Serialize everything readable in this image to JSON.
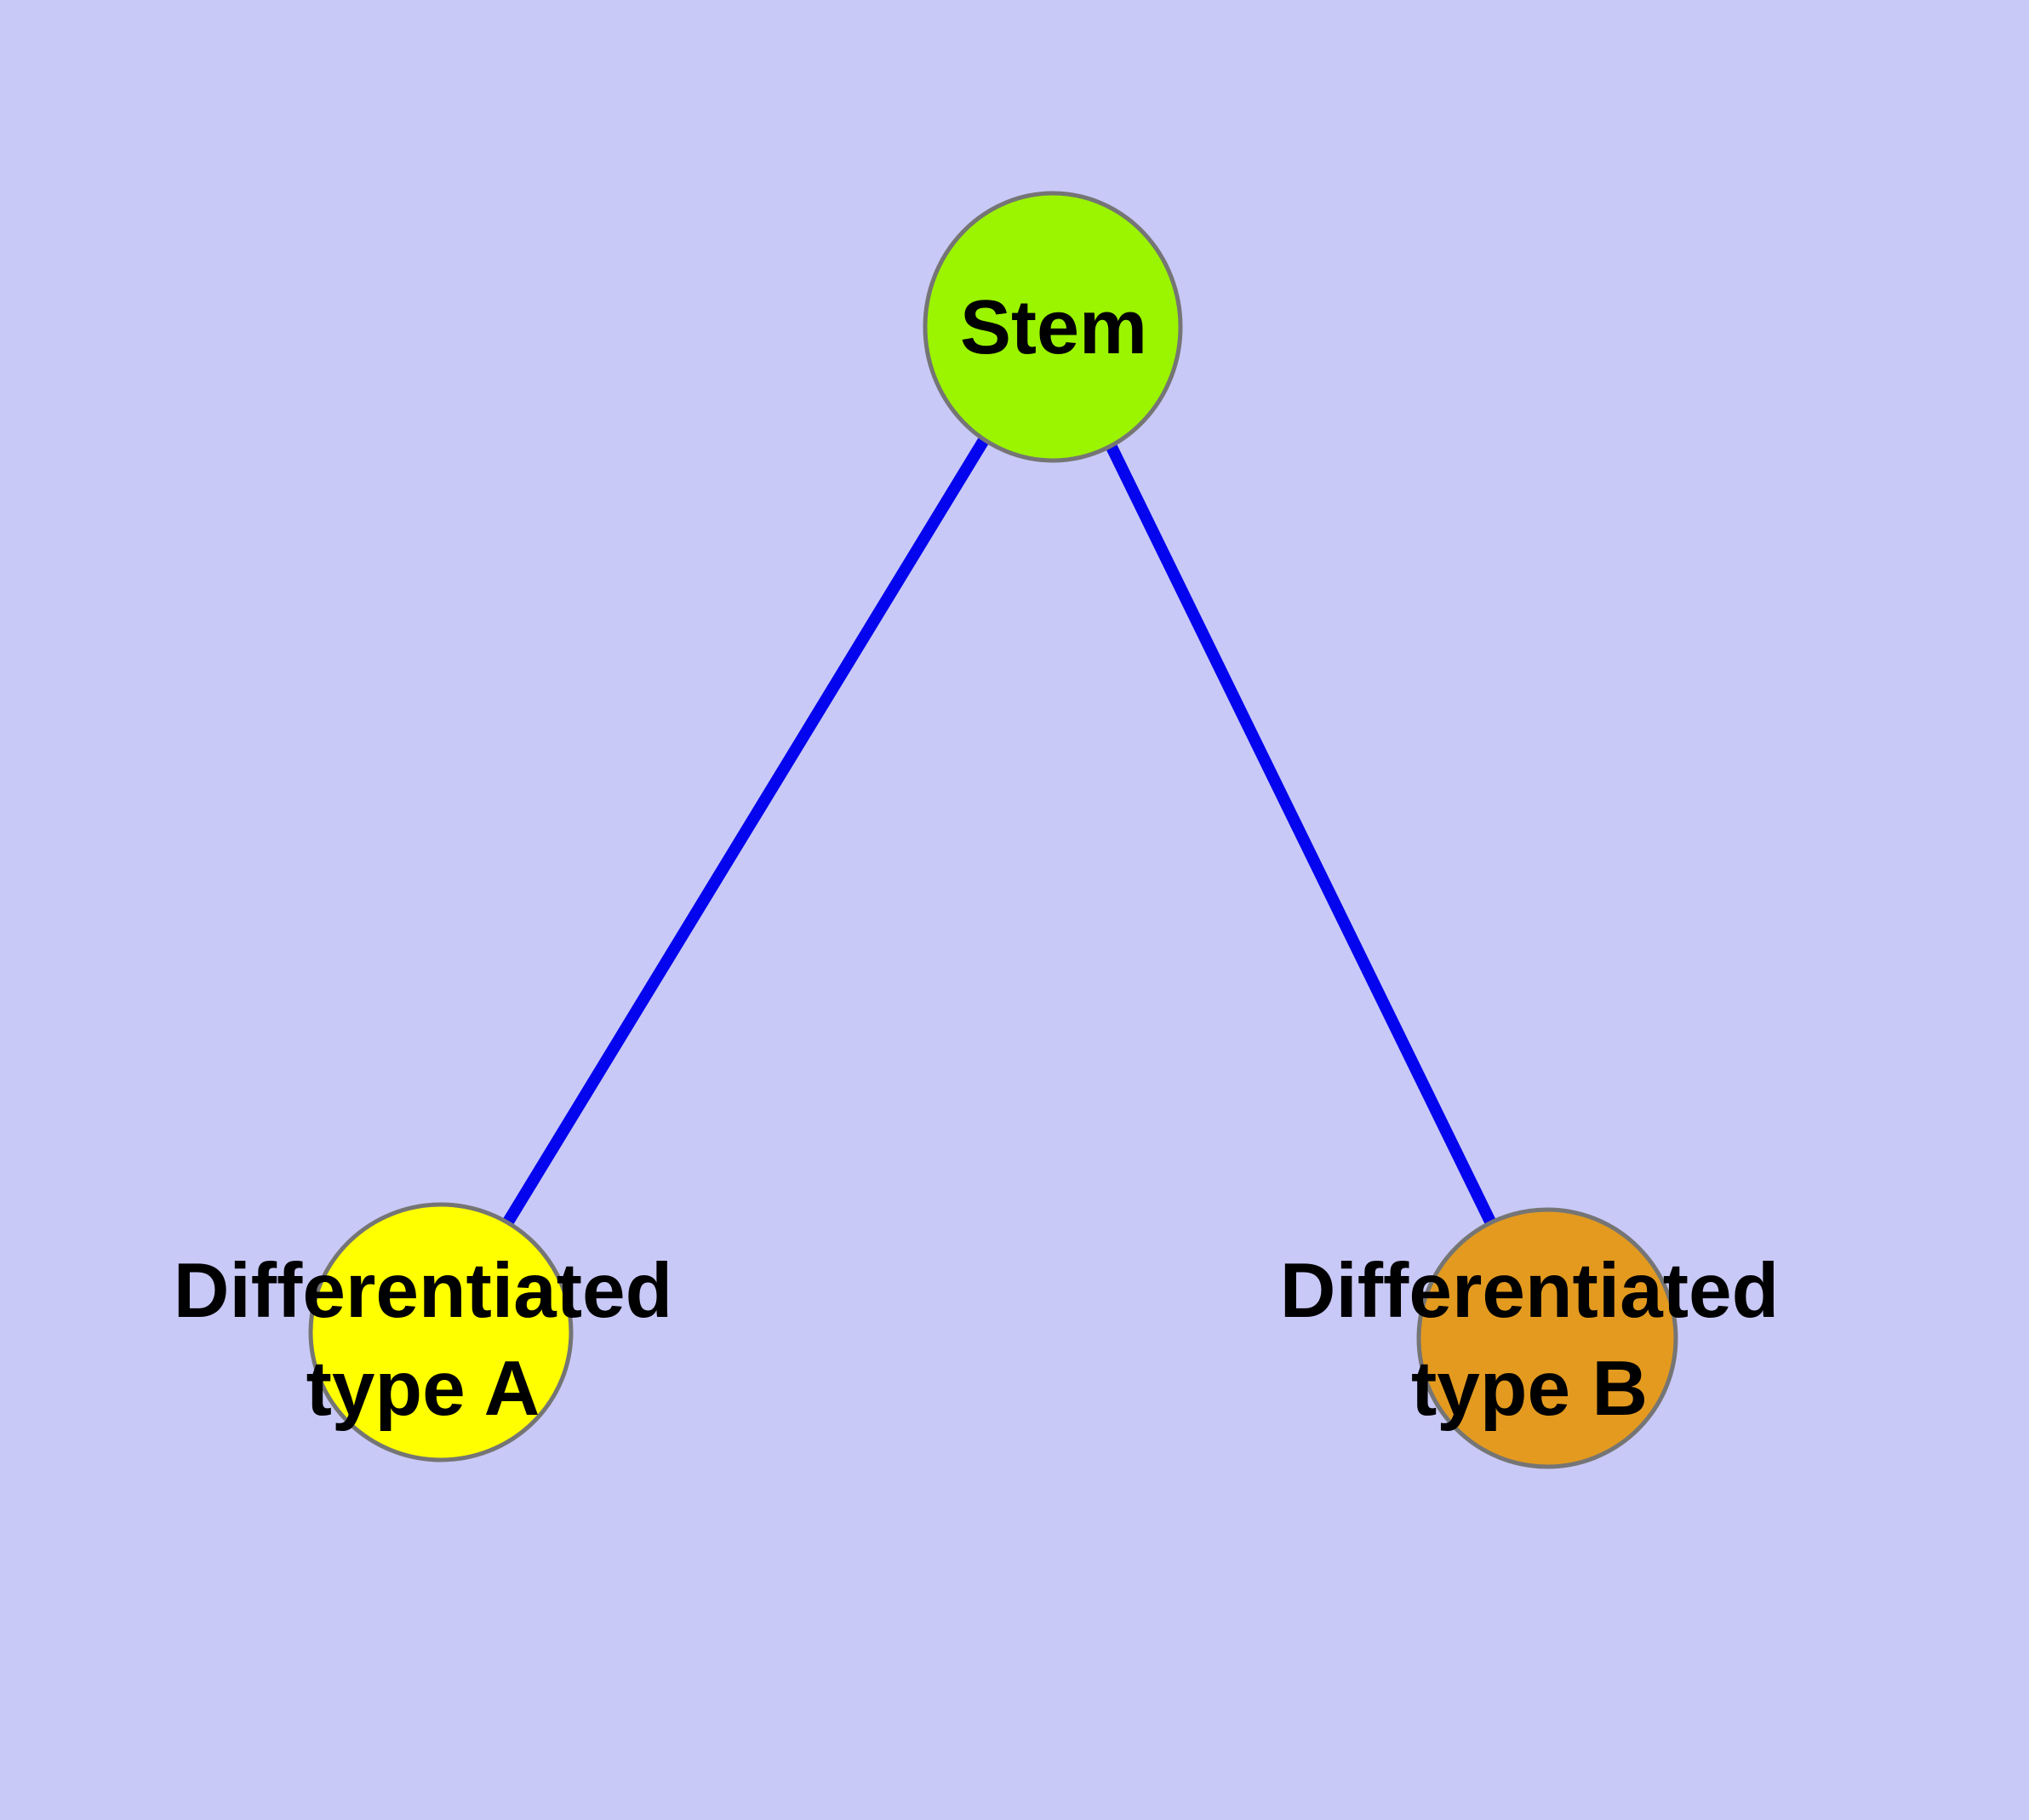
{
  "canvas": {
    "background_color": "#C9C9F7"
  },
  "graph": {
    "node_border_color": "#757575",
    "edge_color": "#0404EE",
    "nodes": [
      {
        "id": "stem",
        "label": "Stem",
        "fill_color": "#9BF400"
      },
      {
        "id": "differentiated-type-a",
        "label_line1": "Differentiated",
        "label_line2": "type A",
        "fill_color": "#FFFF00"
      },
      {
        "id": "differentiated-type-b",
        "label_line1": "Differentiated",
        "label_line2": "type B",
        "fill_color": "#E39A1F"
      }
    ],
    "edges": [
      {
        "from": "stem",
        "to": "differentiated-type-a",
        "color": "#0404EE"
      },
      {
        "from": "stem",
        "to": "differentiated-type-b",
        "color": "#0404EE"
      }
    ]
  }
}
